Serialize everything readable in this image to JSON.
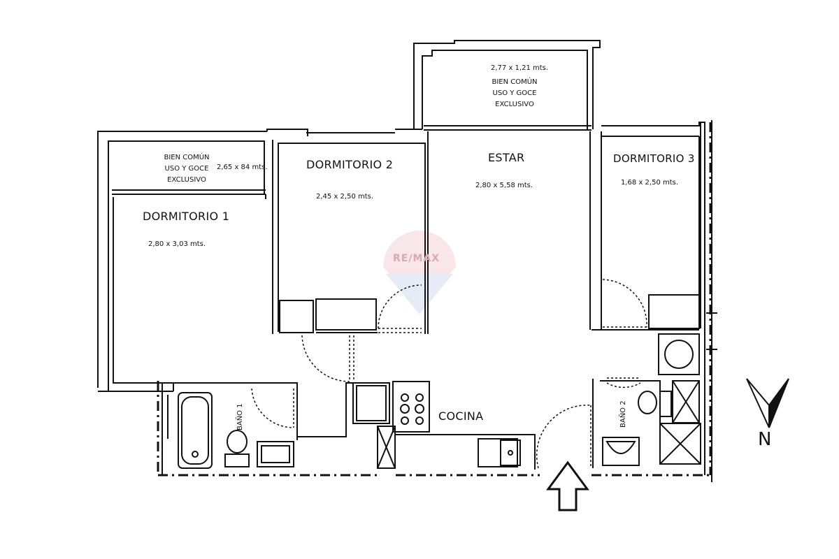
{
  "rooms": {
    "dormitorio1": {
      "name": "DORMITORIO 1",
      "dim": "2,80 x 3,03 mts."
    },
    "dormitorio2": {
      "name": "DORMITORIO 2",
      "dim": "2,45 x 2,50 mts."
    },
    "estar": {
      "name": "ESTAR",
      "dim": "2,80 x 5,58 mts."
    },
    "dormitorio3": {
      "name": "DORMITORIO 3",
      "dim": "1,68 x 2,50 mts."
    },
    "cocina": {
      "name": "COCINA"
    },
    "bano1": {
      "name": "BAÑO 1"
    },
    "bano2": {
      "name": "BAÑO 2"
    }
  },
  "common_areas": {
    "left": {
      "lines": [
        "BIEN COMÚN",
        "USO Y GOCE",
        "EXCLUSIVO"
      ],
      "dim": "2,65 x 84 mts."
    },
    "top": {
      "dim": "2,77 x 1,21 mts.",
      "lines": [
        "BIEN COMÚN",
        "USO Y GOCE",
        "EXCLUSIVO"
      ]
    }
  },
  "compass": {
    "label": "N"
  },
  "watermark": {
    "text": "RE/MAX"
  },
  "colors": {
    "wall": "#111111",
    "watermark": "#d9a9ae",
    "watermark_blue": "#a9bed9"
  }
}
